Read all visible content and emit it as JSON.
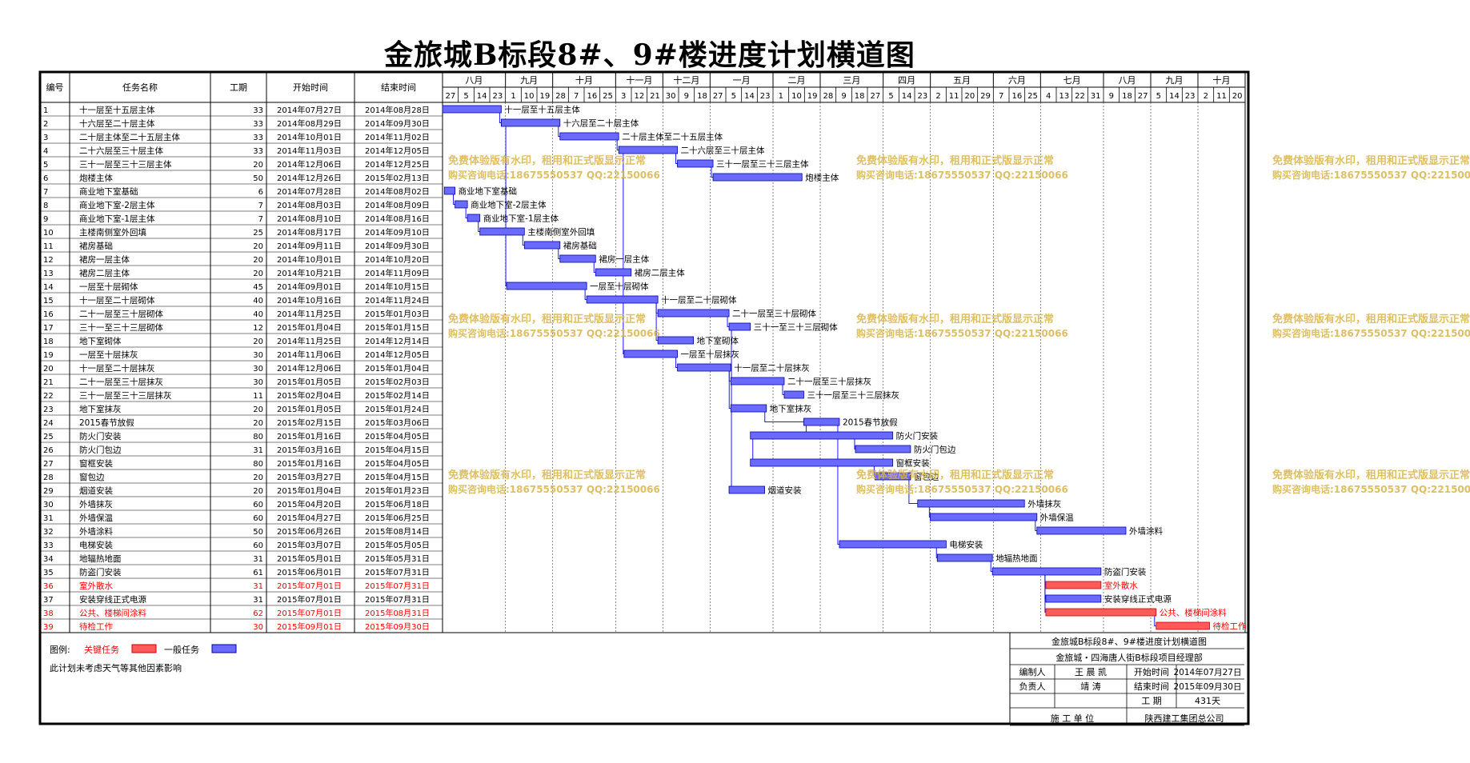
{
  "title": "金旅城B标段8#、9#楼进度计划横道图",
  "colors": {
    "critical": "#ff5a5a",
    "normal": "#6a6aff",
    "link": "#1a1aff",
    "grid": "#000000",
    "watermark": "#d9b44a",
    "critical_text": "#ff0000"
  },
  "table_headers": {
    "no": "编号",
    "name": "任务名称",
    "duration": "工期",
    "start": "开始时间",
    "end": "结束时间"
  },
  "months": [
    {
      "label": "八月",
      "days": [
        "27",
        "5",
        "14",
        "23"
      ]
    },
    {
      "label": "九月",
      "days": [
        "1",
        "10",
        "19"
      ]
    },
    {
      "label": "十月",
      "days": [
        "28",
        "7",
        "16",
        "25"
      ]
    },
    {
      "label": "十一月",
      "days": [
        "3",
        "12",
        "21"
      ]
    },
    {
      "label": "十二月",
      "days": [
        "30",
        "9",
        "18"
      ]
    },
    {
      "label": "一月",
      "days": [
        "27",
        "5",
        "14",
        "23"
      ]
    },
    {
      "label": "二月",
      "days": [
        "1",
        "10",
        "19"
      ]
    },
    {
      "label": "三月",
      "days": [
        "28",
        "9",
        "18",
        "27"
      ]
    },
    {
      "label": "四月",
      "days": [
        "5",
        "14",
        "23"
      ]
    },
    {
      "label": "五月",
      "days": [
        "2",
        "11",
        "20",
        "29"
      ]
    },
    {
      "label": "六月",
      "days": [
        "7",
        "16",
        "25"
      ]
    },
    {
      "label": "七月",
      "days": [
        "4",
        "13",
        "22",
        "31"
      ]
    },
    {
      "label": "八月",
      "days": [
        "9",
        "18",
        "27"
      ]
    },
    {
      "label": "九月",
      "days": [
        "5",
        "14",
        "23"
      ]
    },
    {
      "label": "十月",
      "days": [
        "2",
        "11",
        "20"
      ]
    }
  ],
  "chart_data": {
    "type": "gantt",
    "title": "金旅城B标段8#、9#楼进度计划横道图",
    "x_range": [
      "2014-07-27",
      "2015-10-20"
    ],
    "tasks": [
      {
        "no": "1",
        "name": "十一层至十五层主体",
        "duration": 33,
        "start": "2014年07月27日",
        "end": "2014年08月28日",
        "critical": false
      },
      {
        "no": "2",
        "name": "十六层至二十层主体",
        "duration": 33,
        "start": "2014年08月29日",
        "end": "2014年09月30日",
        "critical": false
      },
      {
        "no": "3",
        "name": "二十层主体至二十五层主体",
        "duration": 33,
        "start": "2014年10月01日",
        "end": "2014年11月02日",
        "critical": false
      },
      {
        "no": "4",
        "name": "二十六层至三十层主体",
        "duration": 33,
        "start": "2014年11月03日",
        "end": "2014年12月05日",
        "critical": false
      },
      {
        "no": "5",
        "name": "三十一层至三十三层主体",
        "duration": 20,
        "start": "2014年12月06日",
        "end": "2014年12月25日",
        "critical": false
      },
      {
        "no": "6",
        "name": "炮楼主体",
        "duration": 50,
        "start": "2014年12月26日",
        "end": "2015年02月13日",
        "critical": false
      },
      {
        "no": "7",
        "name": "商业地下室基础",
        "duration": 6,
        "start": "2014年07月28日",
        "end": "2014年08月02日",
        "critical": false
      },
      {
        "no": "8",
        "name": "商业地下室-2层主体",
        "duration": 7,
        "start": "2014年08月03日",
        "end": "2014年08月09日",
        "critical": false
      },
      {
        "no": "9",
        "name": "商业地下室-1层主体",
        "duration": 7,
        "start": "2014年08月10日",
        "end": "2014年08月16日",
        "critical": false
      },
      {
        "no": "10",
        "name": "主楼南侧室外回填",
        "duration": 25,
        "start": "2014年08月17日",
        "end": "2014年09月10日",
        "critical": false
      },
      {
        "no": "11",
        "name": "裙房基础",
        "duration": 20,
        "start": "2014年09月11日",
        "end": "2014年09月30日",
        "critical": false
      },
      {
        "no": "12",
        "name": "裙房一层主体",
        "duration": 20,
        "start": "2014年10月01日",
        "end": "2014年10月20日",
        "critical": false
      },
      {
        "no": "13",
        "name": "裙房二层主体",
        "duration": 20,
        "start": "2014年10月21日",
        "end": "2014年11月09日",
        "critical": false
      },
      {
        "no": "14",
        "name": "一层至十层砌体",
        "duration": 45,
        "start": "2014年09月01日",
        "end": "2014年10月15日",
        "critical": false
      },
      {
        "no": "15",
        "name": "十一层至二十层砌体",
        "duration": 40,
        "start": "2014年10月16日",
        "end": "2014年11月24日",
        "critical": false
      },
      {
        "no": "16",
        "name": "二十一层至三十层砌体",
        "duration": 40,
        "start": "2014年11月25日",
        "end": "2015年01月03日",
        "critical": false
      },
      {
        "no": "17",
        "name": "三十一至三十三层砌体",
        "duration": 12,
        "start": "2015年01月04日",
        "end": "2015年01月15日",
        "critical": false
      },
      {
        "no": "18",
        "name": "地下室砌体",
        "duration": 20,
        "start": "2014年11月25日",
        "end": "2014年12月14日",
        "critical": false
      },
      {
        "no": "19",
        "name": "一层至十层抹灰",
        "duration": 30,
        "start": "2014年11月06日",
        "end": "2014年12月05日",
        "critical": false
      },
      {
        "no": "20",
        "name": "十一层至二十层抹灰",
        "duration": 30,
        "start": "2014年12月06日",
        "end": "2015年01月04日",
        "critical": false
      },
      {
        "no": "21",
        "name": "二十一层至三十层抹灰",
        "duration": 30,
        "start": "2015年01月05日",
        "end": "2015年02月03日",
        "critical": false
      },
      {
        "no": "22",
        "name": "三十一层至三十三层抹灰",
        "duration": 11,
        "start": "2015年02月04日",
        "end": "2015年02月14日",
        "critical": false
      },
      {
        "no": "23",
        "name": "地下室抹灰",
        "duration": 20,
        "start": "2015年01月05日",
        "end": "2015年01月24日",
        "critical": false
      },
      {
        "no": "24",
        "name": "2015春节放假",
        "duration": 20,
        "start": "2015年02月15日",
        "end": "2015年03月06日",
        "critical": false
      },
      {
        "no": "25",
        "name": "防火门安装",
        "duration": 80,
        "start": "2015年01月16日",
        "end": "2015年04月05日",
        "critical": false
      },
      {
        "no": "26",
        "name": "防火门包边",
        "duration": 31,
        "start": "2015年03月16日",
        "end": "2015年04月15日",
        "critical": false
      },
      {
        "no": "27",
        "name": "窗框安装",
        "duration": 80,
        "start": "2015年01月16日",
        "end": "2015年04月05日",
        "critical": false
      },
      {
        "no": "28",
        "name": "窗包边",
        "duration": 20,
        "start": "2015年03月27日",
        "end": "2015年04月15日",
        "critical": false
      },
      {
        "no": "29",
        "name": "烟道安装",
        "duration": 20,
        "start": "2015年01月04日",
        "end": "2015年01月23日",
        "critical": false
      },
      {
        "no": "30",
        "name": "外墙抹灰",
        "duration": 60,
        "start": "2015年04月20日",
        "end": "2015年06月18日",
        "critical": false
      },
      {
        "no": "31",
        "name": "外墙保温",
        "duration": 60,
        "start": "2015年04月27日",
        "end": "2015年06月25日",
        "critical": false
      },
      {
        "no": "32",
        "name": "外墙涂料",
        "duration": 50,
        "start": "2015年06月26日",
        "end": "2015年08月14日",
        "critical": false
      },
      {
        "no": "33",
        "name": "电梯安装",
        "duration": 60,
        "start": "2015年03月07日",
        "end": "2015年05月05日",
        "critical": false
      },
      {
        "no": "34",
        "name": "地辐热地面",
        "duration": 31,
        "start": "2015年05月01日",
        "end": "2015年05月31日",
        "critical": false
      },
      {
        "no": "35",
        "name": "防盗门安装",
        "duration": 61,
        "start": "2015年06月01日",
        "end": "2015年07月31日",
        "critical": false
      },
      {
        "no": "36",
        "name": "室外散水",
        "duration": 31,
        "start": "2015年07月01日",
        "end": "2015年07月31日",
        "critical": true
      },
      {
        "no": "37",
        "name": "安装穿线正式电源",
        "duration": 31,
        "start": "2015年07月01日",
        "end": "2015年07月31日",
        "critical": false
      },
      {
        "no": "38",
        "name": "公共、楼梯间涂料",
        "duration": 62,
        "start": "2015年07月01日",
        "end": "2015年08月31日",
        "critical": true
      },
      {
        "no": "39",
        "name": "待检工作",
        "duration": 30,
        "start": "2015年09月01日",
        "end": "2015年09月30日",
        "critical": true
      }
    ]
  },
  "legend": {
    "label": "图例:",
    "critical_label": "关键任务",
    "normal_label": "一般任务",
    "note": "此计划未考虑天气等其他因素影响"
  },
  "info_block": {
    "title": "金旅城B标段8#、9#楼进度计划横道图",
    "subtitle": "金旅城・四海唐人街B标段项目经理部",
    "compiler_label": "编制人",
    "compiler": "王 晨 凯",
    "owner_label": "负责人",
    "owner": "靖   涛",
    "start_label": "开始时间",
    "start": "2014年07月27日",
    "end_label": "结束时间",
    "end": "2015年09月30日",
    "duration_label": "工 期",
    "duration": "431天",
    "unit_label": "施 工 单 位",
    "unit": "陕西建工集团总公司"
  },
  "watermark": {
    "line1": "免费体验版有水印，租用和正式版显示正常",
    "line2": "购买咨询电话:18675550537 QQ:22150066"
  }
}
